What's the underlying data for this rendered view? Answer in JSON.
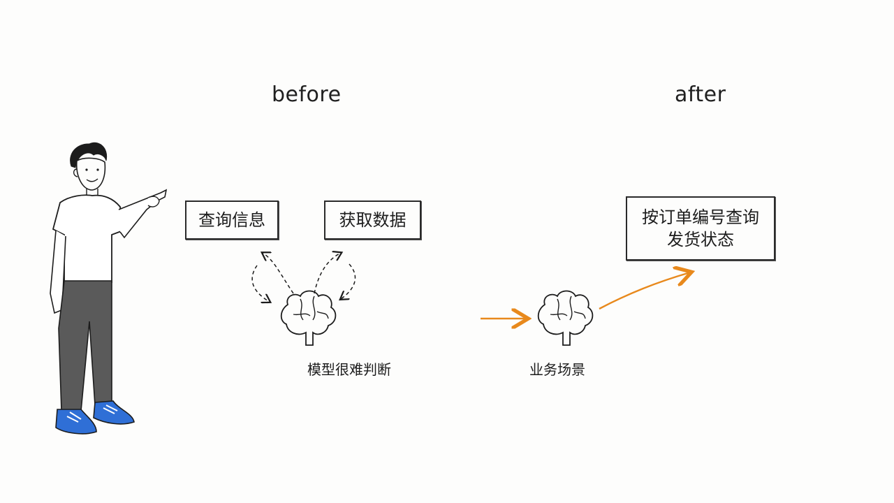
{
  "before": {
    "heading": "before",
    "box_query": "查询信息",
    "box_fetch": "获取数据",
    "brain_caption": "模型很难判断"
  },
  "after": {
    "heading": "after",
    "box_text": "按订单编号查询\n发货状态",
    "brain_caption": "业务场景"
  },
  "colors": {
    "ink": "#1c1c1c",
    "accent_arrow": "#e8891c",
    "shoe_blue": "#2f6fd6",
    "pants_gray": "#5a5a5a"
  },
  "icons": [
    "person-figure",
    "brain-icon",
    "dashed-loop-arrow",
    "orange-arrow"
  ]
}
